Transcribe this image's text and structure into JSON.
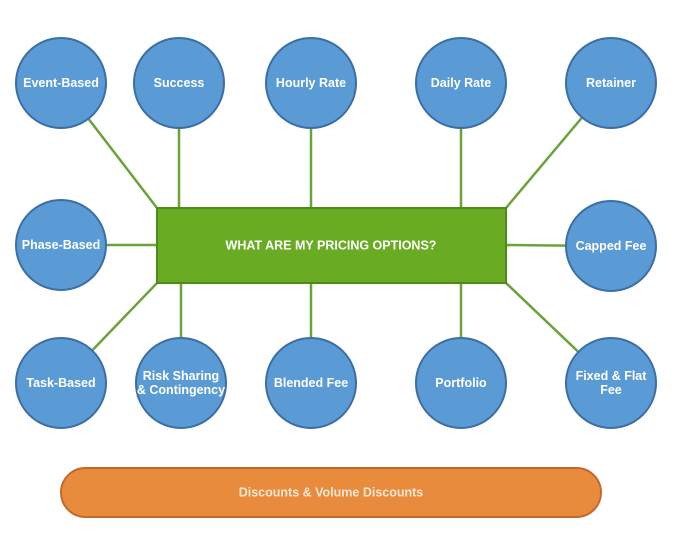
{
  "diagram": {
    "title": "WHAT ARE MY PRICING OPTIONS?",
    "colors": {
      "node_fill": "#5b9bd5",
      "node_stroke": "#3a6ea5",
      "center_fill": "#6aab24",
      "center_stroke": "#4e8a1a",
      "connector": "#6aa33a",
      "footer_fill": "#e88b3d",
      "footer_stroke": "#c0692a"
    },
    "nodes": [
      {
        "id": "event-based",
        "lines": [
          "Event-Based"
        ]
      },
      {
        "id": "success",
        "lines": [
          "Success"
        ]
      },
      {
        "id": "hourly-rate",
        "lines": [
          "Hourly Rate"
        ]
      },
      {
        "id": "daily-rate",
        "lines": [
          "Daily Rate"
        ]
      },
      {
        "id": "retainer",
        "lines": [
          "Retainer"
        ]
      },
      {
        "id": "phase-based",
        "lines": [
          "Phase-Based"
        ]
      },
      {
        "id": "capped-fee",
        "lines": [
          "Capped Fee"
        ]
      },
      {
        "id": "task-based",
        "lines": [
          "Task-Based"
        ]
      },
      {
        "id": "risk-sharing-contingency",
        "lines": [
          "Risk Sharing",
          "& Contingency"
        ]
      },
      {
        "id": "blended-fee",
        "lines": [
          "Blended Fee"
        ]
      },
      {
        "id": "portfolio",
        "lines": [
          "Portfolio"
        ]
      },
      {
        "id": "fixed-flat-fee",
        "lines": [
          "Fixed & Flat",
          "Fee"
        ]
      }
    ],
    "footer": "Discounts & Volume Discounts"
  }
}
